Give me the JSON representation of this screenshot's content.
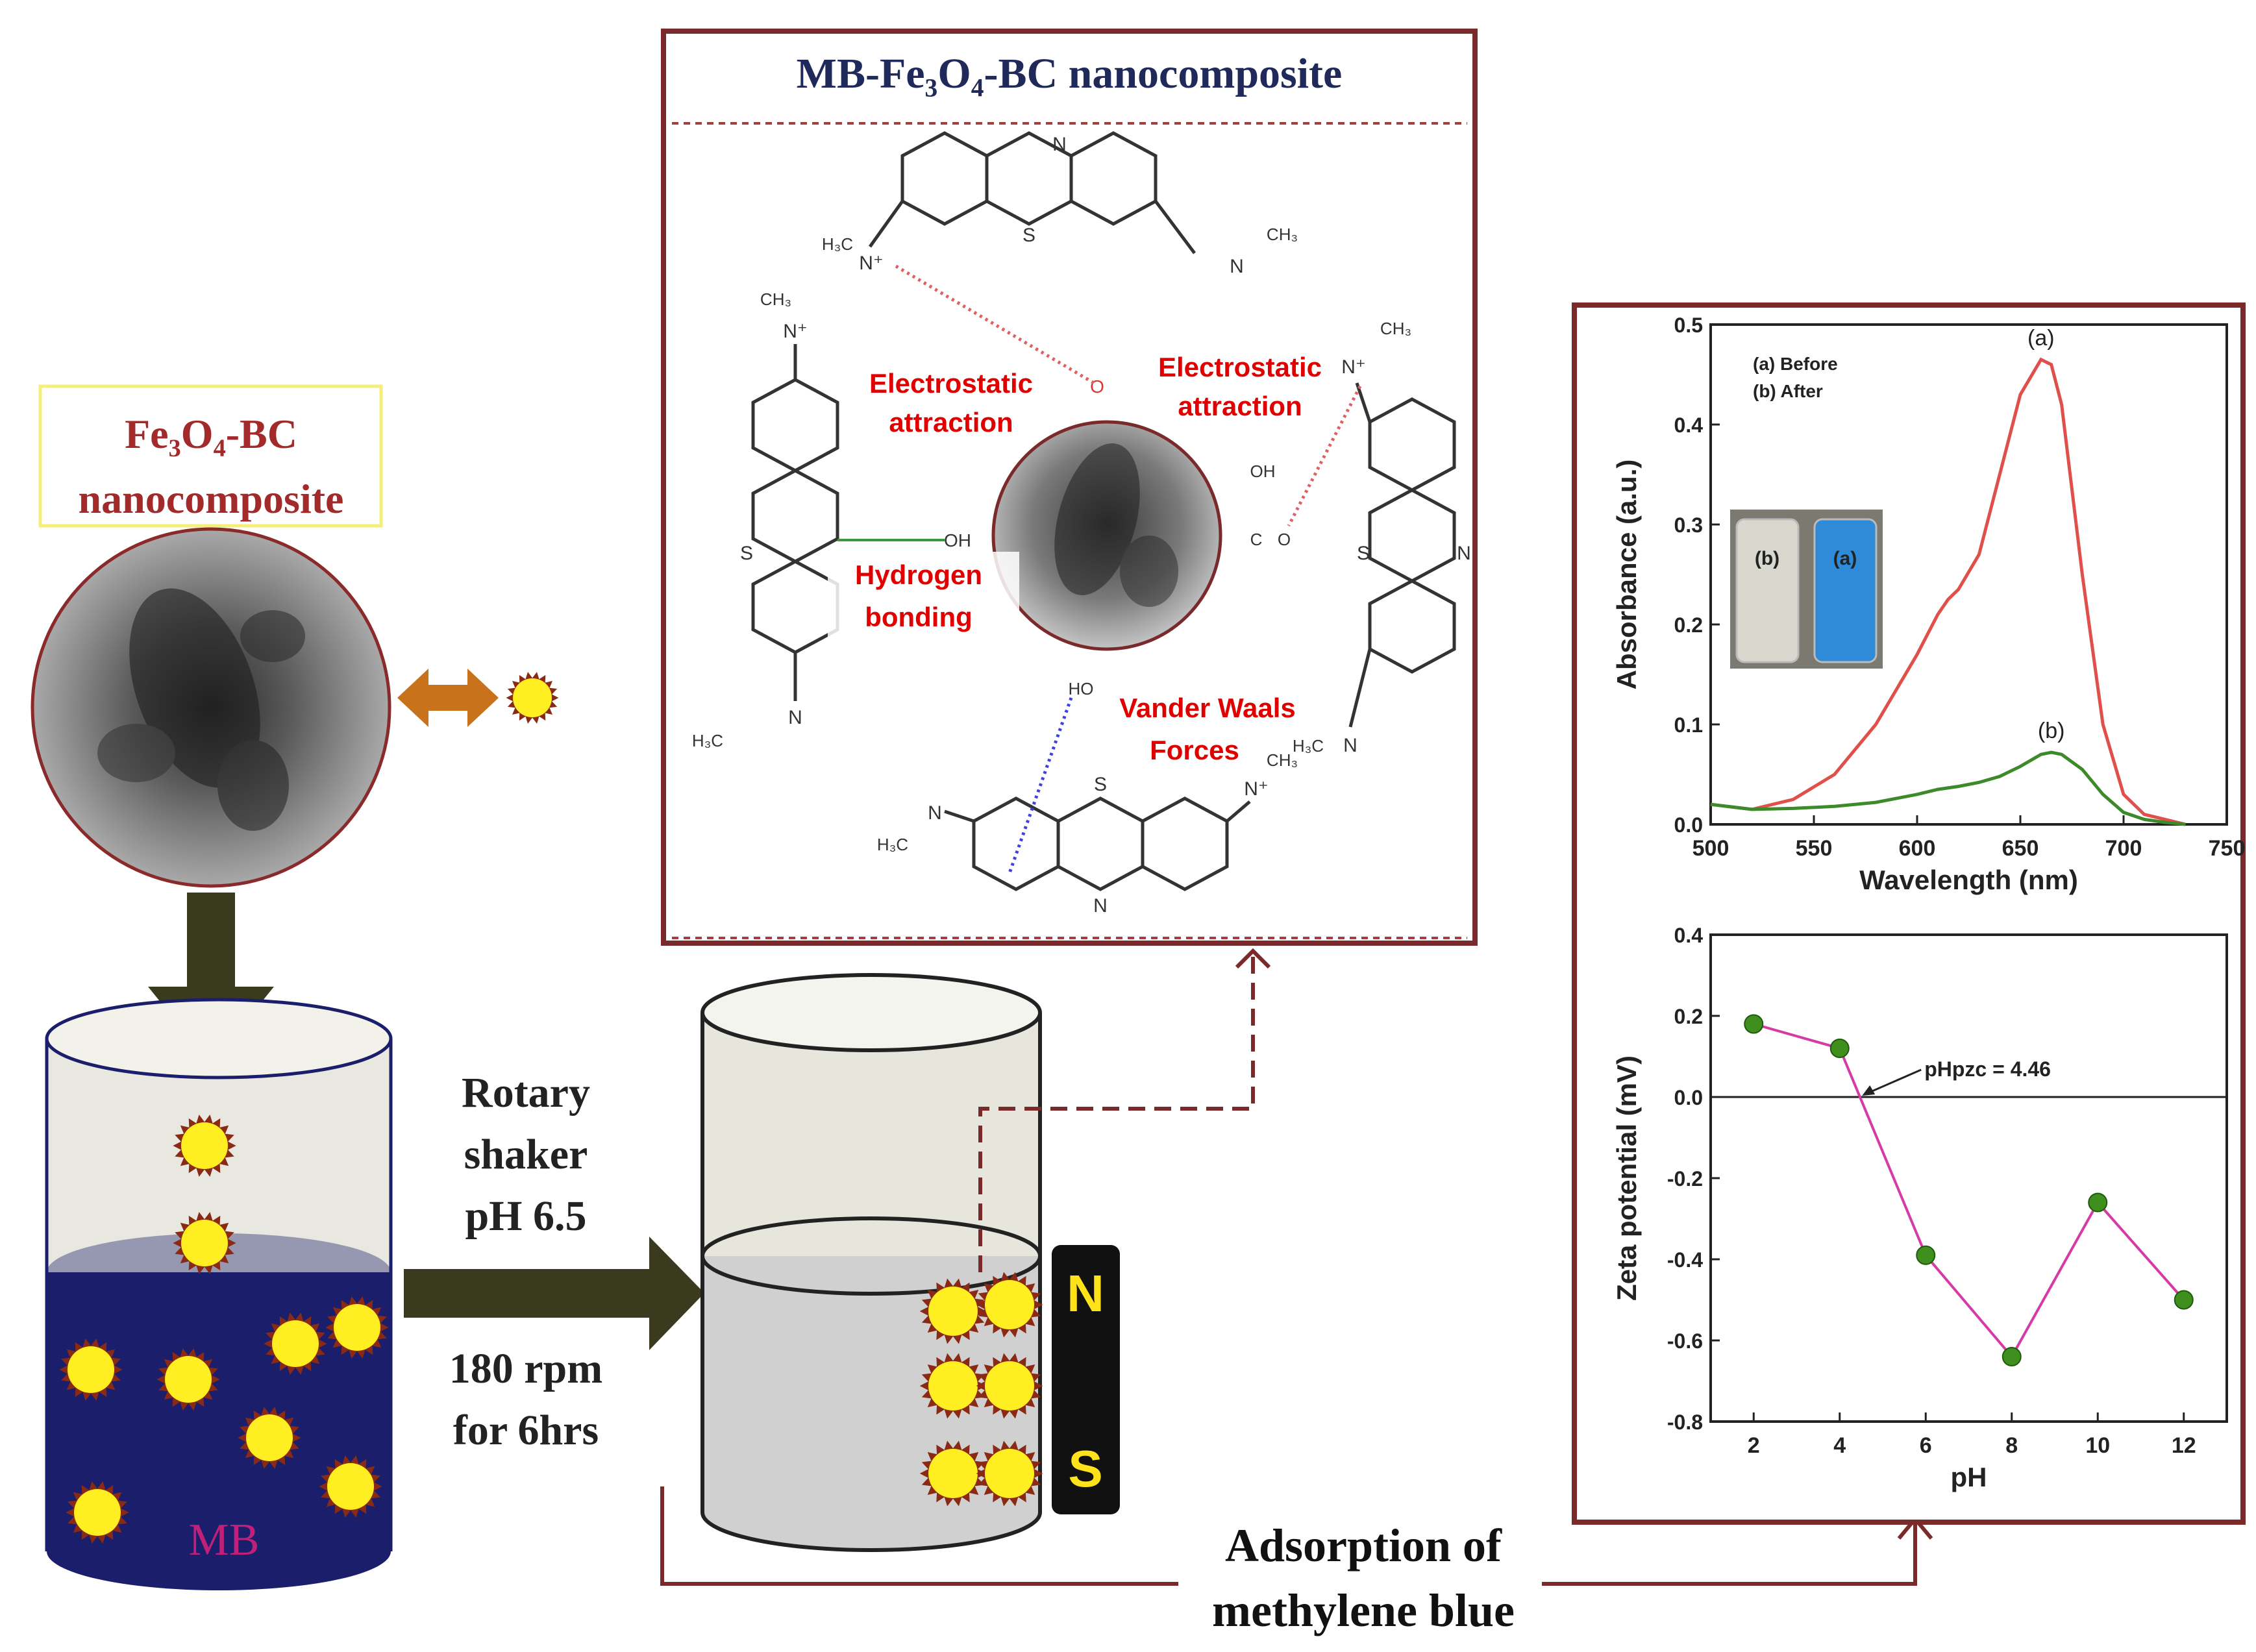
{
  "left_panel": {
    "title_line1": "Fe₃O₄-BC",
    "title_line2": "nanocomposite",
    "beaker_label": "MB"
  },
  "process": {
    "line1": "Rotary",
    "line2": "shaker",
    "line3": "pH 6.5",
    "line4": "180 rpm",
    "line5": "for 6hrs"
  },
  "magnet": {
    "north": "N",
    "south": "S"
  },
  "bottom_caption": {
    "line1": "Adsorption of",
    "line2": "methylene blue"
  },
  "mechanism_box": {
    "title": "MB-Fe₃O₄-BC nanocomposite",
    "labels": {
      "electrostatic_left_1": "Electrostatic",
      "electrostatic_left_2": "attraction",
      "electrostatic_right_1": "Electrostatic",
      "electrostatic_right_2": "attraction",
      "hydrogen_1": "Hydrogen",
      "hydrogen_2": "bonding",
      "vdw_1": "Vander Waals",
      "vdw_2": "Forces"
    },
    "atoms": {
      "N": "N",
      "S": "S",
      "N_plus": "N⁺",
      "methyl": "CH₃",
      "methyl_left": "H₃C",
      "O": "O",
      "OH": "OH",
      "HO": "HO",
      "C": "C"
    }
  },
  "colors": {
    "frame": "#7a2a2a",
    "label_red": "#e00000",
    "title_navy": "#1f2a5a",
    "beaker_fill": "#1b1f6b",
    "particle": "#ffee22",
    "particle_spikes": "#8a2a14",
    "arrow_orange": "#c8731c",
    "arrow_dark": "#3a3a1e",
    "curve_a": "#e0504a",
    "curve_b": "#3c8a2a",
    "zeta_line": "#d63aa6",
    "zeta_marker": "#3f8f1e"
  },
  "chart_data": [
    {
      "type": "line",
      "xlabel": "Wavelength (nm)",
      "ylabel": "Absorbance (a.u.)",
      "xlim": [
        500,
        750
      ],
      "ylim": [
        0.0,
        0.5
      ],
      "xticks": [
        500,
        550,
        600,
        650,
        700,
        750
      ],
      "yticks": [
        0.0,
        0.1,
        0.2,
        0.3,
        0.4,
        0.5
      ],
      "legend": [
        "(a) Before",
        "(b) After"
      ],
      "legend_placement": "top-left",
      "inset_photo_labels": [
        "(b)",
        "(a)"
      ],
      "series": [
        {
          "name": "(a)",
          "x": [
            500,
            520,
            540,
            560,
            580,
            600,
            610,
            615,
            620,
            630,
            640,
            650,
            660,
            665,
            670,
            680,
            690,
            700,
            710,
            720,
            730
          ],
          "y": [
            0.02,
            0.015,
            0.025,
            0.05,
            0.1,
            0.17,
            0.21,
            0.225,
            0.235,
            0.27,
            0.35,
            0.43,
            0.465,
            0.46,
            0.42,
            0.25,
            0.1,
            0.03,
            0.01,
            0.005,
            0.0
          ]
        },
        {
          "name": "(b)",
          "x": [
            500,
            520,
            540,
            560,
            580,
            600,
            610,
            620,
            630,
            640,
            650,
            660,
            665,
            670,
            680,
            690,
            700,
            710,
            720,
            730
          ],
          "y": [
            0.02,
            0.015,
            0.016,
            0.018,
            0.022,
            0.03,
            0.035,
            0.038,
            0.042,
            0.048,
            0.058,
            0.07,
            0.072,
            0.07,
            0.055,
            0.03,
            0.012,
            0.005,
            0.002,
            0.0
          ]
        }
      ]
    },
    {
      "type": "line",
      "xlabel": "pH",
      "ylabel": "Zeta potential (mV)",
      "xlim": [
        1,
        13
      ],
      "ylim": [
        -0.8,
        0.4
      ],
      "xticks": [
        2,
        4,
        6,
        8,
        10,
        12
      ],
      "yticks": [
        -0.8,
        -0.6,
        -0.4,
        -0.2,
        0.0,
        0.2,
        0.4
      ],
      "annotation": "pHpzc = 4.46",
      "series": [
        {
          "name": "",
          "x": [
            2,
            4,
            6,
            8,
            10,
            12
          ],
          "y": [
            0.18,
            0.12,
            -0.39,
            -0.64,
            -0.26,
            -0.5
          ]
        }
      ]
    }
  ]
}
